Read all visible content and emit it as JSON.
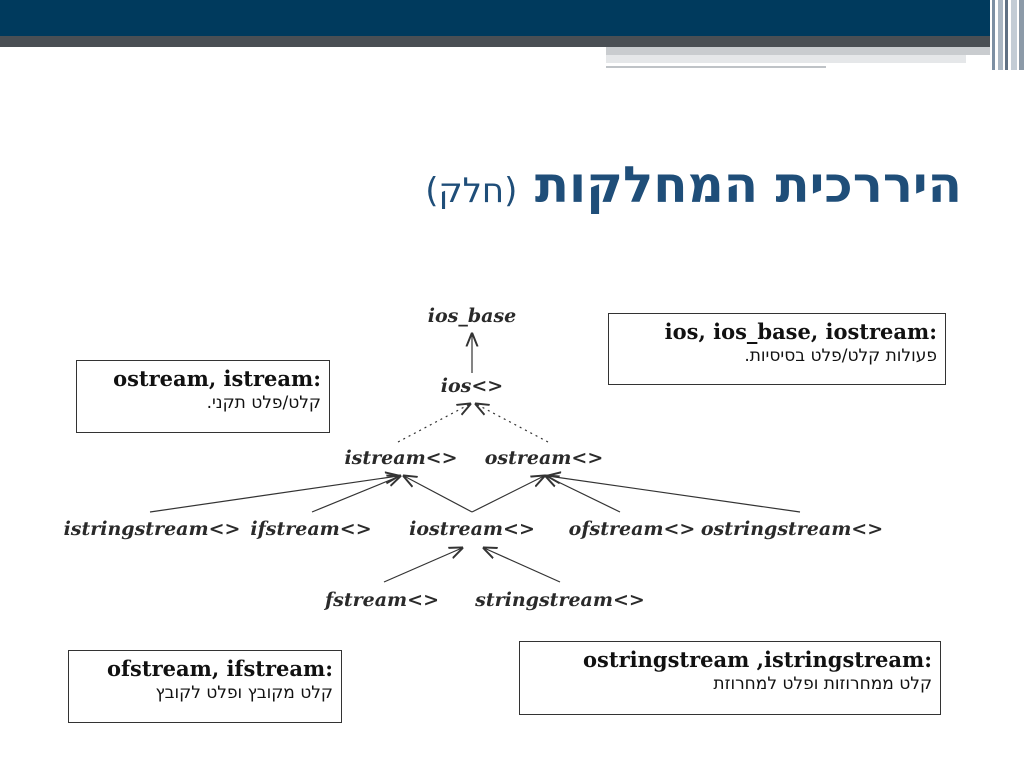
{
  "slide": {
    "title_main": "היררכית המחלקות",
    "title_sub": "(חלק)"
  },
  "diagram": {
    "nodes": {
      "ios_base": "ios_base",
      "ios": "ios<>",
      "istream": "istream<>",
      "ostream": "ostream<>",
      "istringstream": "istringstream<>",
      "ifstream": "ifstream<>",
      "iostream": "iostream<>",
      "ofstream": "ofstream<>",
      "ostringstream": "ostringstream<>",
      "fstream": "fstream<>",
      "stringstream": "stringstream<>"
    }
  },
  "boxes": {
    "iostream_box": {
      "head": "ios, ios_base, iostream:",
      "desc": "פעולות קלט/פלט בסיסיות."
    },
    "ostream_box": {
      "head": "ostream, istream:",
      "desc": "קלט/פלט תקני."
    },
    "ofstream_box": {
      "head": "ofstream, ifstream:",
      "desc": "קלט מקובץ ופלט לקובץ"
    },
    "sstream_box": {
      "head": "ostringstream ,istringstream:",
      "desc": "קלט ממחרוזות ופלט למחרוזת"
    }
  },
  "colors": {
    "header_blue": "#003A5D",
    "header_gray": "#4A4F54",
    "title_blue": "#1F4E79"
  }
}
